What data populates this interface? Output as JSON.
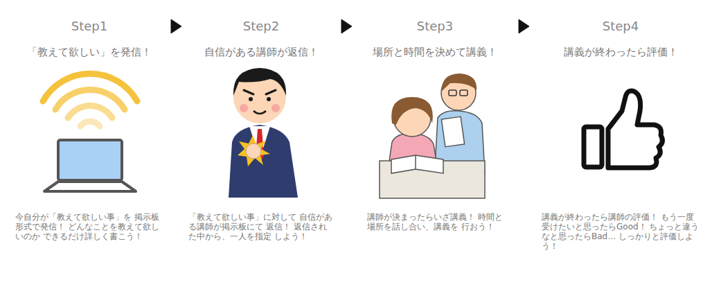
{
  "diagram": {
    "nodes": [
      {
        "text": [
          "Step1",
          "「教えて欲しい」を発信！",
          "今自分が「教えて欲しい事」を 掲示板形式で発信！ どんなことを教えて欲しいのか できるだけ詳しく書こう！"
        ]
      },
      {
        "text": [
          "Step2",
          "自信がある講師が返信！",
          "「教えて欲しい事」に対して 自信がある講師が掲示板にて 返信！ 返信された中から、一人を指定 しよう！"
        ]
      },
      {
        "text": [
          "Step3",
          "場所と時間を決めて講義！",
          "講師が決まったらいざ講義！ 時間と場所を話し合い、講義を 行おう！"
        ]
      },
      {
        "text": [
          "Step4",
          "講義が終わったら評価！",
          "講義が終わったら講師の評価！ もう一度受けたいと思ったらGood！ ちょっと違うなと思ったらBad… しっかりと評価しよう！"
        ]
      }
    ],
    "edges": [
      {
        "from": 0,
        "to": 1,
        "arrow": "to"
      },
      {
        "from": 1,
        "to": 2,
        "arrow": "to"
      },
      {
        "from": 2,
        "to": 3,
        "arrow": "to"
      }
    ]
  }
}
